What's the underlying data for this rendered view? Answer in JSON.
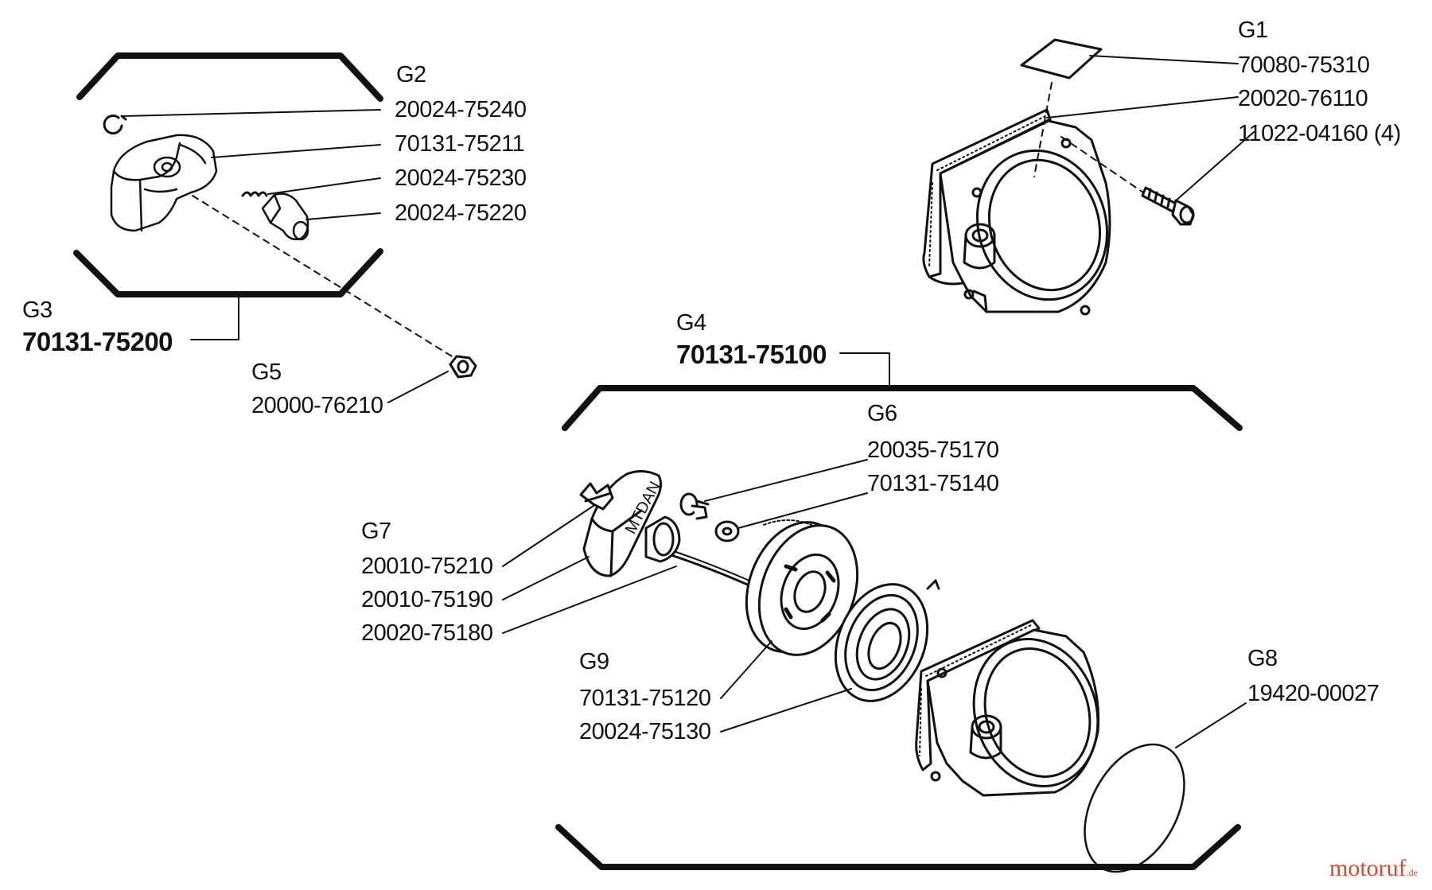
{
  "labels": {
    "g1": {
      "group": "G1",
      "parts": [
        "70080-75310",
        "20020-76110",
        "11022-04160 (4)"
      ]
    },
    "g2": {
      "group": "G2",
      "parts": [
        "20024-75240",
        "70131-75211",
        "20024-75230",
        "20024-75220"
      ]
    },
    "g3": {
      "group": "G3",
      "assembly": "70131-75200"
    },
    "g4": {
      "group": "G4",
      "assembly": "70131-75100"
    },
    "g5": {
      "group": "G5",
      "parts": [
        "20000-76210"
      ]
    },
    "g6": {
      "group": "G6",
      "parts": [
        "20035-75170",
        "70131-75140"
      ]
    },
    "g7": {
      "group": "G7",
      "parts": [
        "20010-75210",
        "20010-75190",
        "20020-75180"
      ]
    },
    "g8": {
      "group": "G8",
      "parts": [
        "19420-00027"
      ]
    },
    "g9": {
      "group": "G9",
      "parts": [
        "70131-75120",
        "20024-75130"
      ]
    }
  },
  "watermark": {
    "name": "motoruf",
    "tld": ".de"
  },
  "colors": {
    "ink": "#111111",
    "watermark": "#d44a2a"
  }
}
